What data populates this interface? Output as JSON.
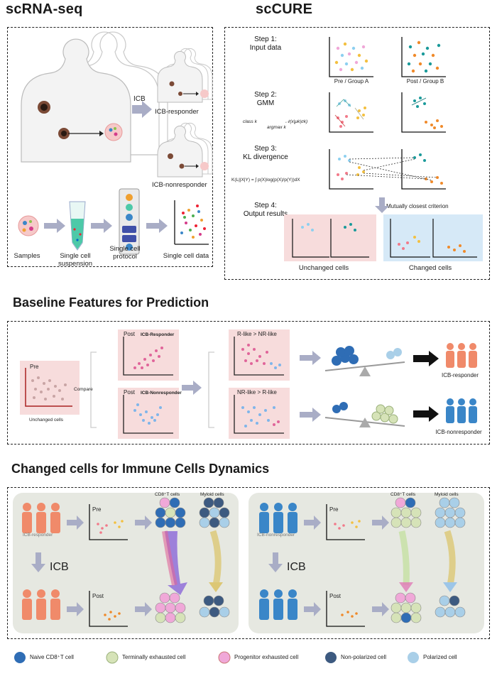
{
  "titles": {
    "scrna": "scRNA-seq",
    "sccure": "scCURE",
    "baseline": "Baseline Features for Prediction",
    "changed": "Changed cells for Immune Cells Dynamics"
  },
  "scrna": {
    "icb": "ICB",
    "responder": "ICB-responder",
    "nonresponder": "ICB-nonresponder",
    "pipeline": [
      "Samples",
      "Single cell suspension",
      "Single cell protocol",
      "Single cell data"
    ]
  },
  "sccure": {
    "step1": "Step 1:\nInput data",
    "step2": "Step 2:\nGMM",
    "step3": "Step 3:\nKL divergence",
    "step4": "Step 4:\nOutput results",
    "pre_group": "Pre / Group A",
    "post_group": "Post / Group B",
    "gmm_formula_left": "class k",
    "gmm_formula_sub": "argmax k",
    "gmm_formula_right": "𝒩(x|μk|σk)",
    "kl_formula": "K(L||X|Y) = ∫ p(X)log(p(X)/p(Y))dX",
    "criterion": "Mutually closest criterion",
    "unchanged": "Unchanged cells",
    "changed": "Changed cells"
  },
  "baseline": {
    "pre": "Pre",
    "compare": "Compare",
    "unchanged": "Unchanged cells",
    "post": "Post",
    "icb_responder_tag": "ICB-Responder",
    "icb_nonresponder_tag": "ICB-Nonresponder",
    "rlike": "R-like > NR-like",
    "nrlike": "NR-like > R-like",
    "responder": "ICB-responder",
    "nonresponder": "ICB-nonresponder"
  },
  "dynamics": {
    "responder": "ICB-responder",
    "nonresponder": "ICB-nonresponder",
    "icb": "ICB",
    "pre": "Pre",
    "post": "Post",
    "cd8": "CD8⁺T cells",
    "myeloid": "Myloid cells"
  },
  "legend": [
    {
      "label": "Naive CD8⁺T cell",
      "color": "#2f6db5"
    },
    {
      "label": "Terminally exhausted cell",
      "color": "#d6e3b8"
    },
    {
      "label": "Progenitor exhausted cell",
      "color": "#f0a8d8"
    },
    {
      "label": "Non-polarized cell",
      "color": "#3d5a80"
    },
    {
      "label": "Polarized cell",
      "color": "#a9cfe8"
    }
  ],
  "colors": {
    "responder": "#f08a6a",
    "nonresponder": "#3a86c8",
    "pink_panel": "#f7dcdc",
    "blue_panel": "#d6e9f7",
    "arrow": "#a9adc6",
    "dyn_panel": "#e6e8e1"
  }
}
